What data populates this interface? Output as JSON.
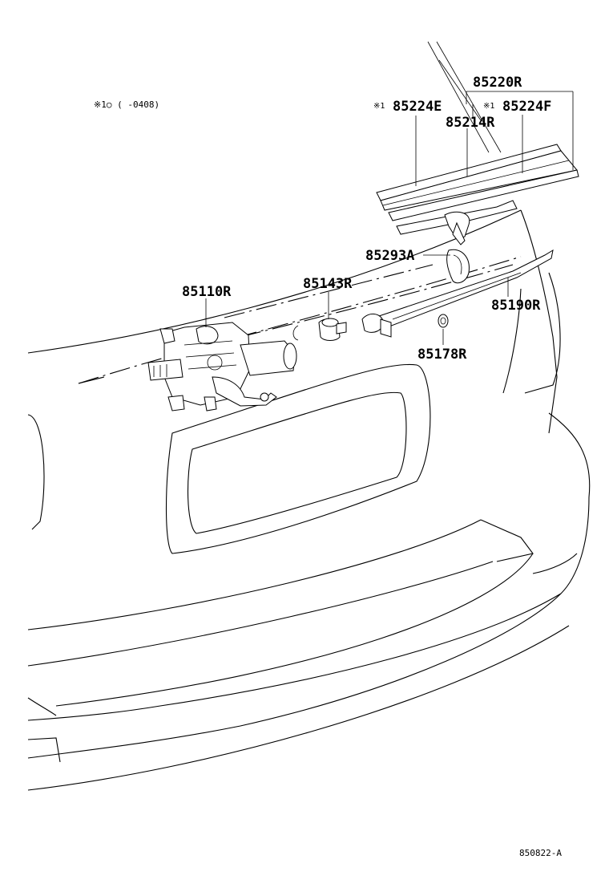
{
  "note": {
    "symbol": "※1",
    "text": "※1○ (      -0408)"
  },
  "labels": {
    "p85220R": "85220R",
    "p85224E": "85224E",
    "p85214R": "85214R",
    "p85224F": "85224F",
    "p85293A": "85293A",
    "p85143R": "85143R",
    "p85110R": "85110R",
    "p85190R": "85190R",
    "p85178R": "85178R"
  },
  "marks": {
    "e": "※1",
    "f": "※1"
  },
  "diagram_code": "850822-A"
}
